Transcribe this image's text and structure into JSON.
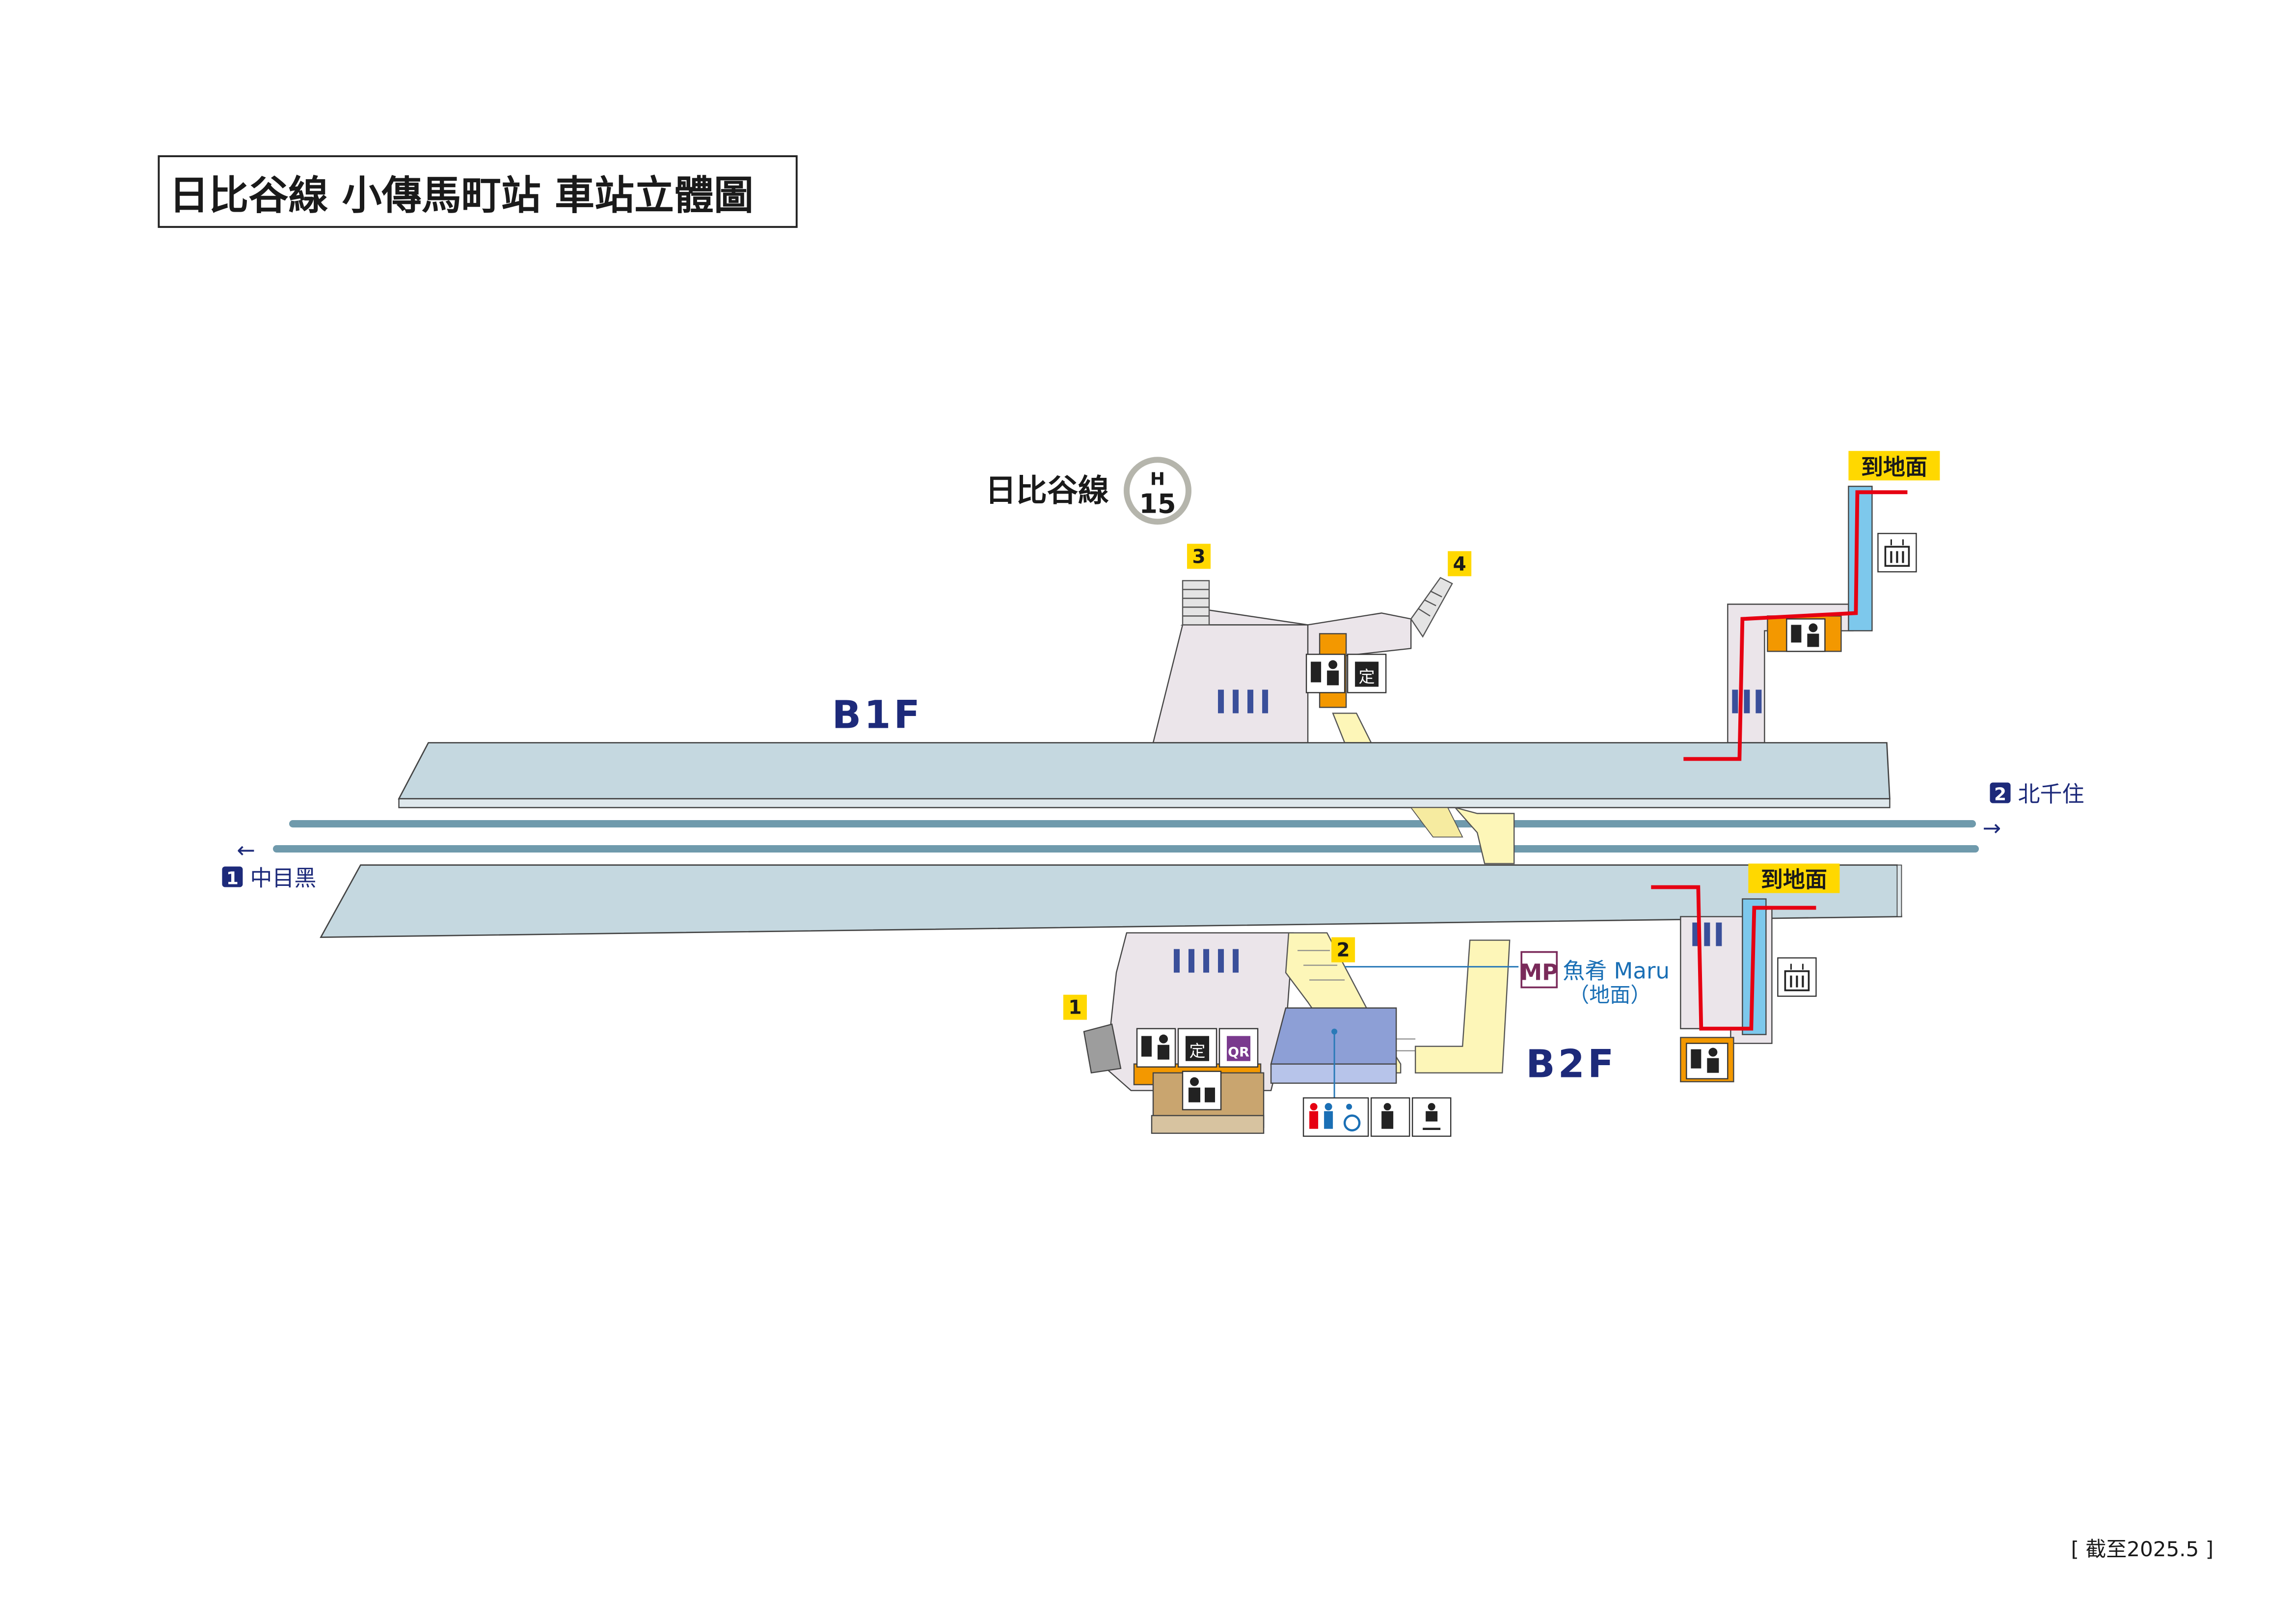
{
  "title": "日比谷線 小傳馬町站 車站立體圖",
  "line": {
    "name": "日比谷線",
    "badge_letter": "H",
    "badge_number": "15"
  },
  "floors": {
    "b1": "B1F",
    "b2": "B2F"
  },
  "exits": {
    "e1": "1",
    "e2": "2",
    "e3": "3",
    "e4": "4"
  },
  "directions": {
    "toward_left": {
      "number": "1",
      "label": "中目黑",
      "arrow": "←"
    },
    "toward_right": {
      "number": "2",
      "label": "北千住",
      "arrow": "→"
    }
  },
  "to_ground_label": "到地面",
  "facility": {
    "logo": "MP",
    "name": "魚肴 Maru",
    "note": "（地面）"
  },
  "icon_labels": {
    "commuter_pass": "定",
    "qr": "QR"
  },
  "as_of": "[ 截至2025.5 ]",
  "colors": {
    "platform": "#c5d8e0",
    "concourse": "#ebe5ea",
    "ticket": "#f39800",
    "stairs": "#fdf6b8",
    "escalator_blue": "#7dc8ec",
    "toilet": "#8d9fd6",
    "office": "#c9a56f",
    "track": "#6f9aac",
    "route_red": "#e60012",
    "exit_yellow": "#ffd800",
    "hibiya_gray": "#b5b5ac",
    "navy": "#1d2a7a"
  },
  "icons": [
    "ticket-machine-icon",
    "commuter-pass-icon",
    "qr-ticket-icon",
    "station-office-icon",
    "elevator-icon",
    "toilet-icon",
    "wheelchair-icon",
    "multipurpose-toilet-icon",
    "baby-room-icon"
  ]
}
